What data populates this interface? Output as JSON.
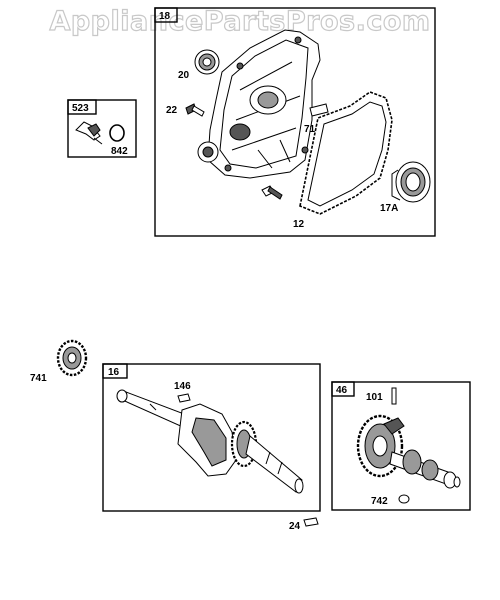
{
  "watermark": "AppliancePartsPros.com",
  "groups": {
    "g18": {
      "tag": "18"
    },
    "g523": {
      "tag": "523"
    },
    "g16": {
      "tag": "16"
    },
    "g46": {
      "tag": "46"
    }
  },
  "callouts": {
    "p20": "20",
    "p22": "22",
    "p718": "718",
    "p12": "12",
    "p17a": "17A",
    "p842": "842",
    "p741": "741",
    "p146": "146",
    "p24": "24",
    "p101": "101",
    "p742": "742"
  },
  "colors": {
    "line": "#000000",
    "watermark_outline": "#c8c8c8",
    "shade": "#555555"
  }
}
